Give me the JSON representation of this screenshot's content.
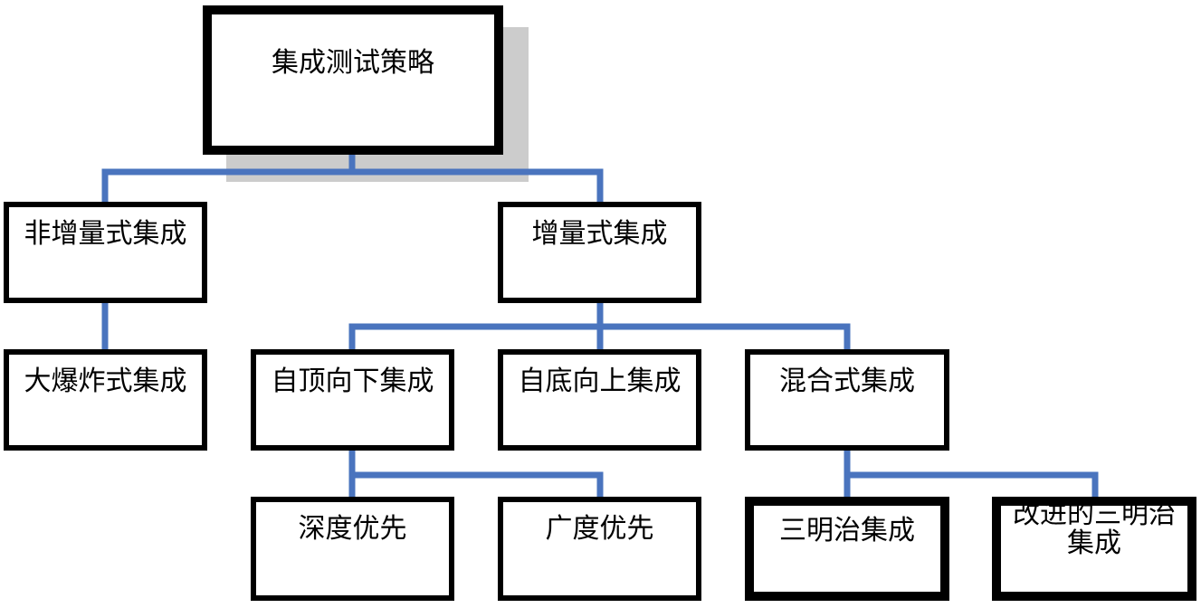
{
  "diagram": {
    "line_color": "#4a74be",
    "nodes": {
      "root": "集成测试策略",
      "nonincremental": "非增量式集成",
      "incremental": "增量式集成",
      "bigbang": "大爆炸式集成",
      "topdown": "自顶向下集成",
      "bottomup": "自底向上集成",
      "hybrid": "混合式集成",
      "depthfirst": "深度优先",
      "breadthfirst": "广度优先",
      "sandwich": "三明治集成",
      "improved_sandwich": "改进的三明治\n集成"
    }
  }
}
